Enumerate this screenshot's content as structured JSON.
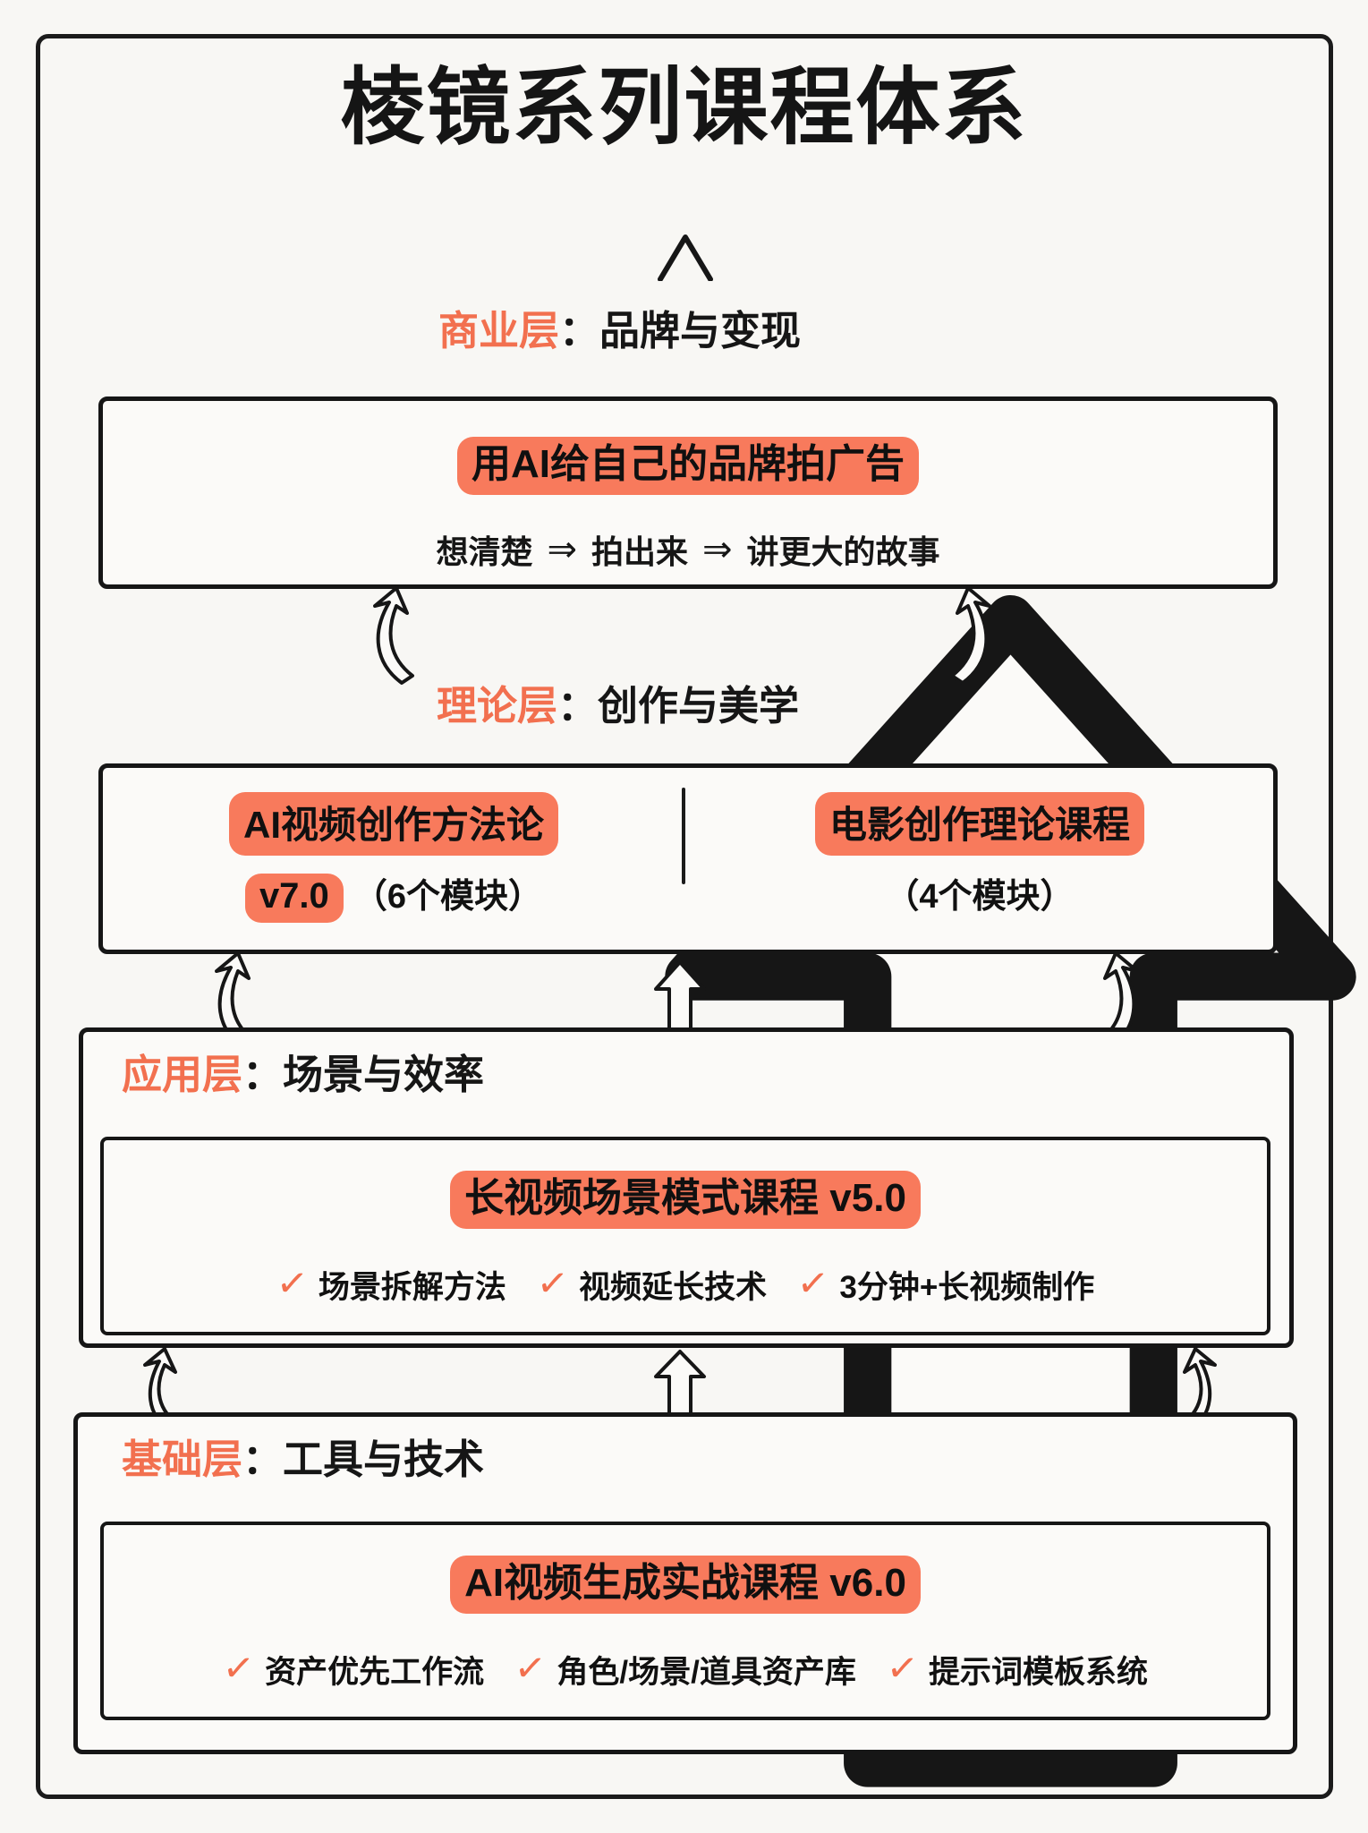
{
  "page": {
    "title": "棱镜系列课程体系",
    "accent_color": "#f2704f",
    "highlight_color": "#f87a5c",
    "ink_color": "#161616",
    "background_color": "#f8f7f4"
  },
  "top_marker": {
    "icon": "chevron-up-icon"
  },
  "layers": [
    {
      "id": "business",
      "caption_name": "商业层",
      "caption_colon": "：",
      "caption_rest": "品牌与变现",
      "card": {
        "title_highlight": "用AI给自己的品牌拍广告",
        "steps": [
          "想清楚",
          "拍出来",
          "讲更大的故事"
        ],
        "arrow_glyph": "⇒"
      }
    },
    {
      "id": "theory",
      "caption_name": "理论层",
      "caption_colon": "：",
      "caption_rest": "创作与美学",
      "columns": [
        {
          "title_highlight": "AI视频创作方法论",
          "version_highlight": "v7.0",
          "note": "（6个模块）"
        },
        {
          "title_highlight": "电影创作理论课程",
          "version_highlight": "",
          "note": "（4个模块）"
        }
      ]
    },
    {
      "id": "application",
      "caption_name": "应用层",
      "caption_colon": "：",
      "caption_rest": "场景与效率",
      "card": {
        "title_highlight": "长视频场景模式课程 v5.0",
        "checks": [
          "场景拆解方法",
          "视频延长技术",
          "3分钟+长视频制作"
        ],
        "check_glyph": "✓"
      }
    },
    {
      "id": "foundation",
      "caption_name": "基础层",
      "caption_colon": "：",
      "caption_rest": "工具与技术",
      "card": {
        "title_highlight": "AI视频生成实战课程 v6.0",
        "checks": [
          "资产优先工作流",
          "角色/场景/道具资产库",
          "提示词模板系统"
        ],
        "check_glyph": "✓"
      }
    }
  ],
  "connectors": {
    "icon": "arrow-up-icon",
    "count": 9
  }
}
